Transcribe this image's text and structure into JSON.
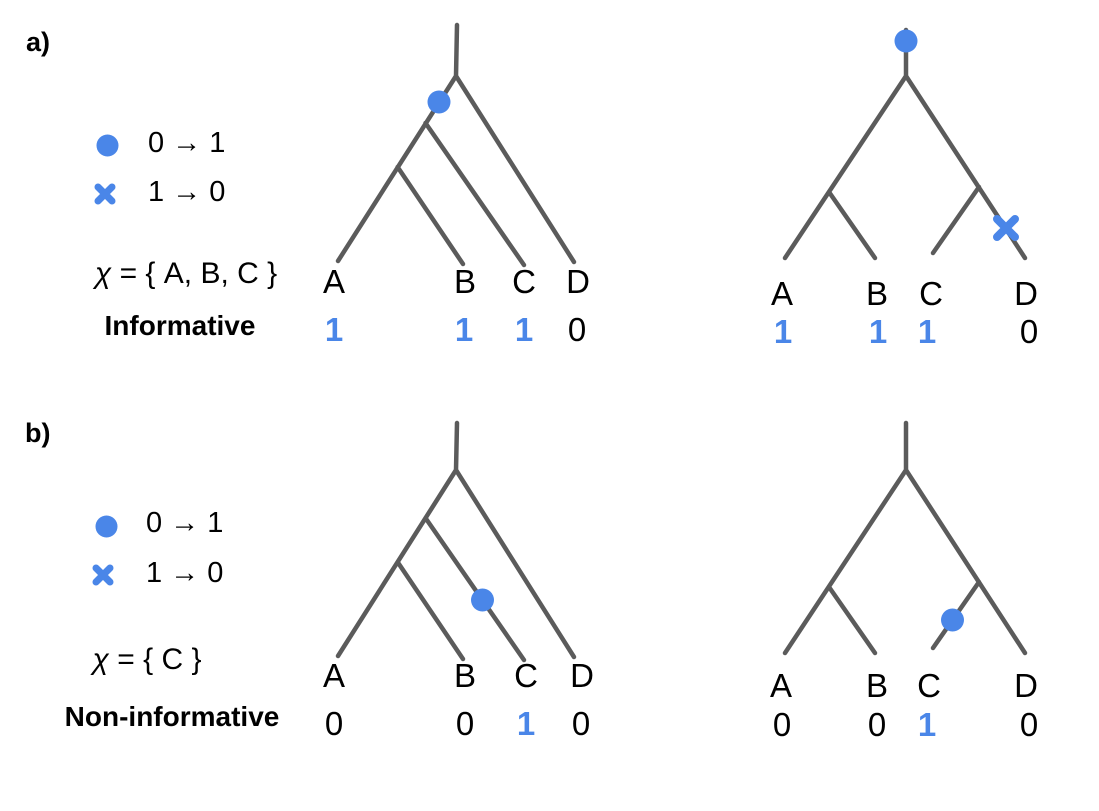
{
  "figure": {
    "background": "#ffffff",
    "accent_color": "#4a86e8",
    "line_color": "#5b5b5b",
    "panels": [
      {
        "id": "a",
        "label": "a)",
        "legend": [
          {
            "icon": "gain-circle-icon",
            "text": "0 → 1"
          },
          {
            "icon": "loss-cross-icon",
            "text": "1 → 0"
          }
        ],
        "character_set": {
          "symbol": "χ",
          "definition": "= { A, B, C }"
        },
        "classification": "Informative",
        "trees": [
          {
            "name": "caterpillar-tree",
            "topology": "(((A,B),C),D)",
            "markers": [
              {
                "type": "gain",
                "change": "0 → 1",
                "location": "edge to (A,B,C) clade"
              }
            ],
            "leaves": [
              {
                "label": "A",
                "state": "1",
                "highlighted": true
              },
              {
                "label": "B",
                "state": "1",
                "highlighted": true
              },
              {
                "label": "C",
                "state": "1",
                "highlighted": true
              },
              {
                "label": "D",
                "state": "0",
                "highlighted": false
              }
            ]
          },
          {
            "name": "balanced-tree",
            "topology": "((A,B),(C,D))",
            "markers": [
              {
                "type": "gain",
                "change": "0 → 1",
                "location": "above root"
              },
              {
                "type": "loss",
                "change": "1 → 0",
                "location": "edge to D"
              }
            ],
            "leaves": [
              {
                "label": "A",
                "state": "1",
                "highlighted": true
              },
              {
                "label": "B",
                "state": "1",
                "highlighted": true
              },
              {
                "label": "C",
                "state": "1",
                "highlighted": true
              },
              {
                "label": "D",
                "state": "0",
                "highlighted": false
              }
            ]
          }
        ]
      },
      {
        "id": "b",
        "label": "b)",
        "legend": [
          {
            "icon": "gain-circle-icon",
            "text": "0 → 1"
          },
          {
            "icon": "loss-cross-icon",
            "text": "1 → 0"
          }
        ],
        "character_set": {
          "symbol": "χ",
          "definition": "= { C }"
        },
        "classification": "Non-informative",
        "trees": [
          {
            "name": "caterpillar-tree",
            "topology": "(((A,B),C),D)",
            "markers": [
              {
                "type": "gain",
                "change": "0 → 1",
                "location": "edge to C"
              }
            ],
            "leaves": [
              {
                "label": "A",
                "state": "0",
                "highlighted": false
              },
              {
                "label": "B",
                "state": "0",
                "highlighted": false
              },
              {
                "label": "C",
                "state": "1",
                "highlighted": true
              },
              {
                "label": "D",
                "state": "0",
                "highlighted": false
              }
            ]
          },
          {
            "name": "balanced-tree",
            "topology": "((A,B),(C,D))",
            "markers": [
              {
                "type": "gain",
                "change": "0 → 1",
                "location": "edge to C"
              }
            ],
            "leaves": [
              {
                "label": "A",
                "state": "0",
                "highlighted": false
              },
              {
                "label": "B",
                "state": "0",
                "highlighted": false
              },
              {
                "label": "C",
                "state": "1",
                "highlighted": true
              },
              {
                "label": "D",
                "state": "0",
                "highlighted": false
              }
            ]
          }
        ]
      }
    ]
  }
}
